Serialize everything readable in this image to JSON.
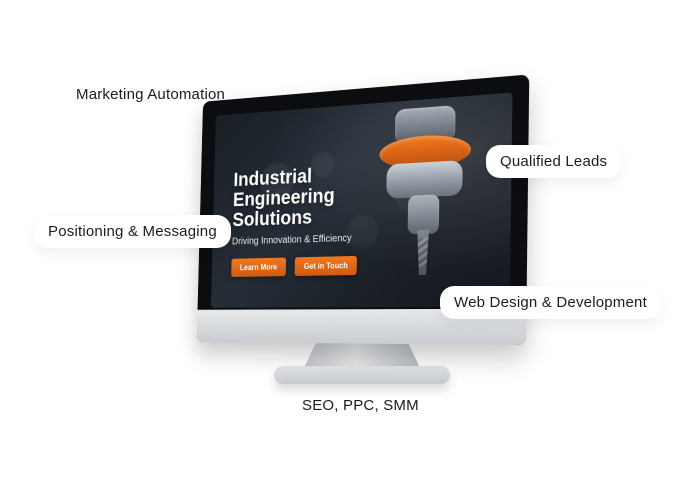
{
  "labels": {
    "marketing_automation": "Marketing Automation",
    "qualified_leads": "Qualified Leads",
    "positioning_messaging": "Positioning & Messaging",
    "web_design_development": "Web Design & Development",
    "seo_ppc_smm": "SEO, PPC, SMM"
  },
  "screen": {
    "title_line1": "Industrial",
    "title_line2": "Engineering Solutions",
    "subtitle": "Driving Innovation & Efficiency",
    "btn_learn_more": "Learn More",
    "btn_get_in_touch": "Get in Touch"
  },
  "colors": {
    "accent_orange": "#f0781f",
    "text_dark": "#1c1c1c",
    "background": "#ffffff"
  },
  "icons": {
    "monitor": "computer-monitor",
    "machine": "cnc-spindle-drill"
  }
}
